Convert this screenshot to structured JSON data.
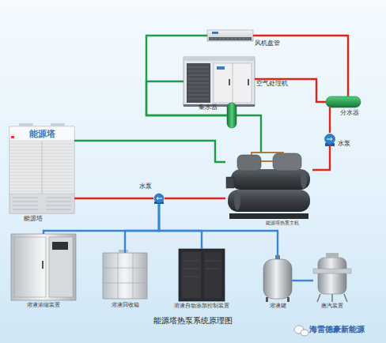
{
  "diagram": {
    "title": "能源塔热泵系统原理图",
    "nodes": [
      {
        "text": [
          "风机盘管"
        ]
      },
      {
        "text": [
          "空气处理机"
        ]
      },
      {
        "text": [
          "集水器"
        ]
      },
      {
        "text": [
          "分水器"
        ]
      },
      {
        "text": [
          "能源塔",
          "能源塔"
        ]
      },
      {
        "text": [
          "水泵"
        ]
      },
      {
        "text": [
          "水泵"
        ]
      },
      {
        "text": [
          "能源塔热泵主机"
        ]
      },
      {
        "text": [
          "溶液浓缩装置"
        ]
      },
      {
        "text": [
          "溶液回收箱"
        ]
      },
      {
        "text": [
          "溶液自动添加控制装置"
        ]
      },
      {
        "text": [
          "溶液罐"
        ]
      },
      {
        "text": [
          "蒸汽装置"
        ]
      }
    ],
    "edges": [
      {
        "from": 3,
        "to": 0,
        "arrow": "none"
      },
      {
        "from": 3,
        "to": 1,
        "arrow": "none"
      },
      {
        "from": 0,
        "to": 2,
        "arrow": "none"
      },
      {
        "from": 1,
        "to": 2,
        "arrow": "none"
      },
      {
        "from": 2,
        "to": 7,
        "arrow": "none"
      },
      {
        "from": 7,
        "to": 5,
        "arrow": "none"
      },
      {
        "from": 5,
        "to": 3,
        "arrow": "none"
      },
      {
        "from": 4,
        "to": 7,
        "arrow": "none"
      },
      {
        "from": 7,
        "to": 6,
        "arrow": "none"
      },
      {
        "from": 6,
        "to": 4,
        "arrow": "none"
      },
      {
        "from": 8,
        "to": 6,
        "arrow": "none"
      },
      {
        "from": 9,
        "to": 6,
        "arrow": "none"
      },
      {
        "from": 10,
        "to": 6,
        "arrow": "none"
      },
      {
        "from": 11,
        "to": 6,
        "arrow": "none"
      },
      {
        "from": 12,
        "to": 11,
        "arrow": "none"
      }
    ],
    "labels": [
      "海雷德豪新能源"
    ]
  }
}
